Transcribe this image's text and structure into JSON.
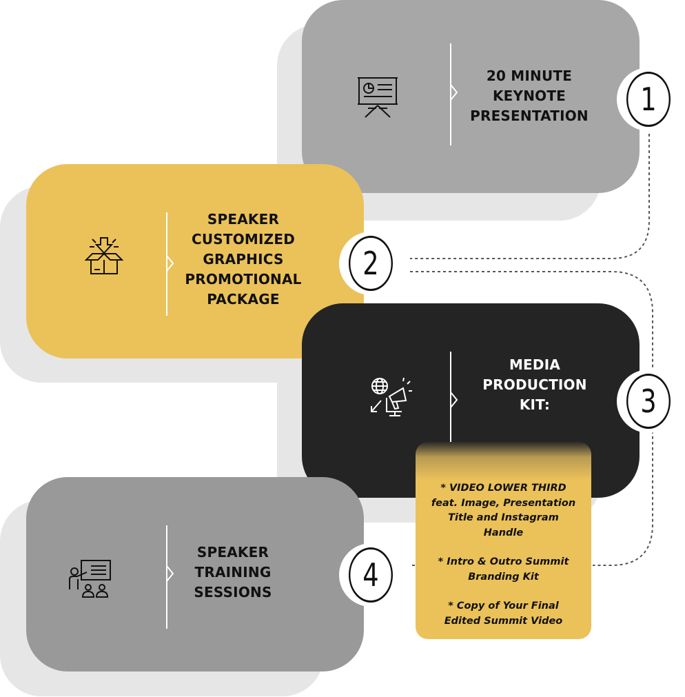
{
  "steps": [
    {
      "number": "1",
      "title_lines": [
        "20 MINUTE",
        "KEYNOTE",
        "PRESENTATION"
      ],
      "icon": "presentation-board-icon"
    },
    {
      "number": "2",
      "title_lines": [
        "SPEAKER",
        "CUSTOMIZED",
        "GRAPHICS",
        "PROMOTIONAL",
        "PACKAGE"
      ],
      "icon": "open-box-icon"
    },
    {
      "number": "3",
      "title_lines": [
        "MEDIA",
        "PRODUCTION",
        "KIT:"
      ],
      "icon": "media-megaphone-globe-icon"
    },
    {
      "number": "4",
      "title_lines": [
        "SPEAKER",
        "TRAINING",
        "SESSIONS"
      ],
      "icon": "teacher-audience-icon"
    }
  ],
  "kit_details": [
    "* VIDEO LOWER THIRD",
    "feat. Image, Presentation",
    "Title and Instagram",
    "Handle",
    "* Intro & Outro Summit",
    "Branding Kit",
    "* Copy of Your Final",
    "Edited Summit Video"
  ],
  "colors": {
    "gray_card": "#a7a7a7",
    "gray_card_4": "#999999",
    "yellow_card": "#ebc15a",
    "dark_card": "#242424",
    "shadow": "#e6e6e6"
  }
}
